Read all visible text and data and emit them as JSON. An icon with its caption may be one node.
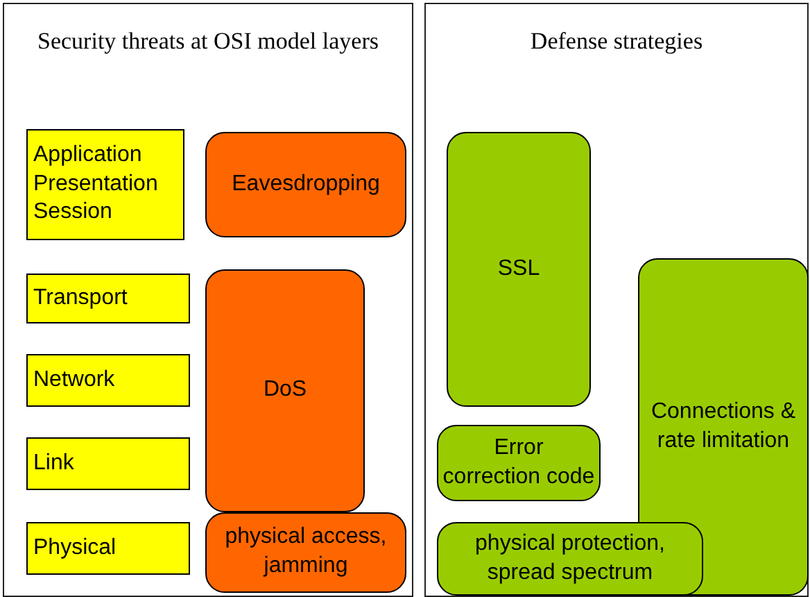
{
  "diagram": {
    "nodes": [
      {
        "text": [
          "Security threats at OSI model layers"
        ]
      },
      {
        "text": [
          "Application",
          "Presentation",
          "Session"
        ],
        "in": 0
      },
      {
        "text": [
          "Transport"
        ],
        "in": 0
      },
      {
        "text": [
          "Network"
        ],
        "in": 0
      },
      {
        "text": [
          "Link"
        ],
        "in": 0
      },
      {
        "text": [
          "Physical"
        ],
        "in": 0
      },
      {
        "text": [
          "Eavesdropping"
        ],
        "in": 0
      },
      {
        "text": [
          "DoS"
        ],
        "in": 0
      },
      {
        "text": [
          "physical access, jamming"
        ],
        "in": 0
      },
      {
        "text": [
          "Defense strategies"
        ]
      },
      {
        "text": [
          "SSL"
        ],
        "in": 9
      },
      {
        "text": [
          "Connections & rate limitation"
        ],
        "in": 9
      },
      {
        "text": [
          "Error correction code"
        ],
        "in": 9
      },
      {
        "text": [
          "physical protection, spread spectrum"
        ],
        "in": 9
      }
    ],
    "edges": []
  }
}
